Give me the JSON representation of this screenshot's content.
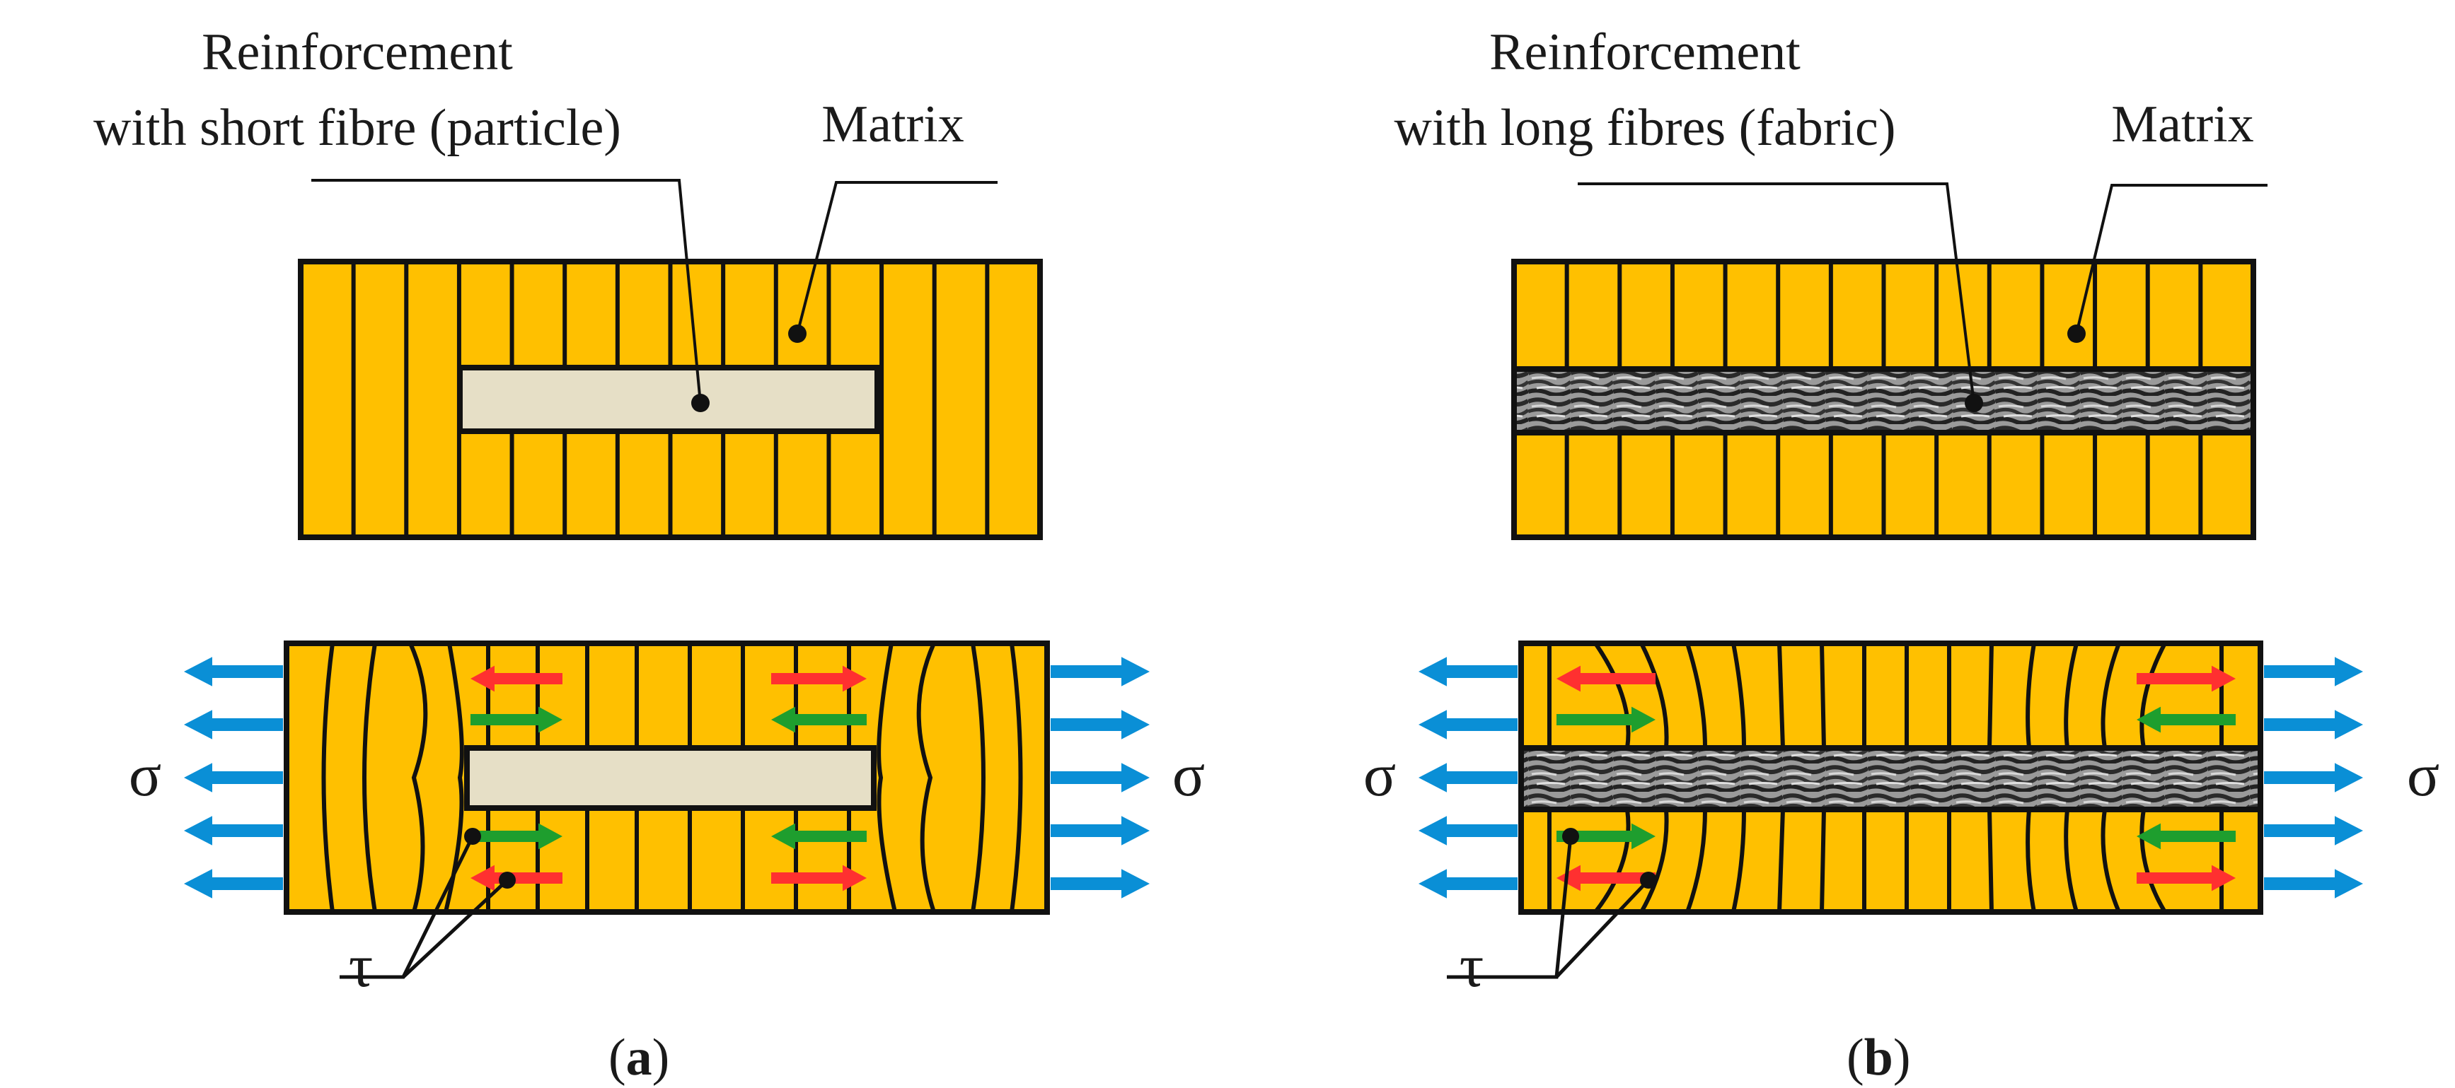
{
  "panel_a": {
    "label_reinforcement": [
      "Reinforcement",
      "with short fibre (particle)"
    ],
    "label_matrix": "Matrix",
    "caption": {
      "open": "(",
      "letter": "a",
      "close": ")"
    },
    "sigma": "σ",
    "tau": "τ"
  },
  "panel_b": {
    "label_reinforcement": [
      "Reinforcement",
      "with long fibres (fabric)"
    ],
    "label_matrix": "Matrix",
    "caption": {
      "open": "(",
      "letter": "b",
      "close": ")"
    },
    "sigma": "σ",
    "tau": "τ"
  },
  "colors": {
    "matrix": "#FFC000",
    "outline": "#111111",
    "particle": "#E6DFC6",
    "stress_arrow": "#0A8FD6",
    "shear_red": "#FF3030",
    "shear_green": "#1E9E2E",
    "fabric_light": "#8A8A8A",
    "fabric_dark": "#2A2A2A"
  },
  "icons": {
    "sigma_arrow": "right-arrow-icon",
    "shear_arrow": "double-arrow-icon",
    "pointer_dot": "dot-icon"
  }
}
